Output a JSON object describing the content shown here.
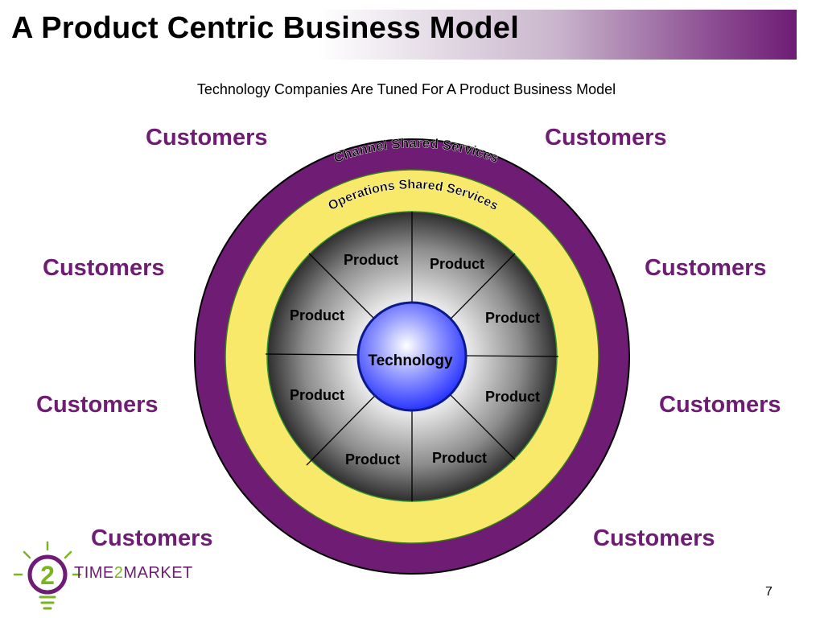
{
  "slide": {
    "title": "A Product Centric Business Model",
    "subtitle": "Technology Companies Are Tuned For A Product Business Model",
    "page_number": "7"
  },
  "diagram": {
    "outer_ring_label": "Channel Shared Services",
    "middle_ring_label": "Operations Shared Services",
    "center_label": "Technology",
    "segment_labels": [
      "Product",
      "Product",
      "Product",
      "Product",
      "Product",
      "Product",
      "Product",
      "Product"
    ],
    "customer_labels": [
      "Customers",
      "Customers",
      "Customers",
      "Customers",
      "Customers",
      "Customers",
      "Customers",
      "Customers"
    ]
  },
  "logo": {
    "part1": "TIME",
    "part2": "2",
    "part3": "MARKET"
  },
  "colors": {
    "purple": "#6e1c74",
    "yellow": "#f8e96a",
    "center_blue": "#3a46ff",
    "logo_green": "#7ab51d"
  }
}
